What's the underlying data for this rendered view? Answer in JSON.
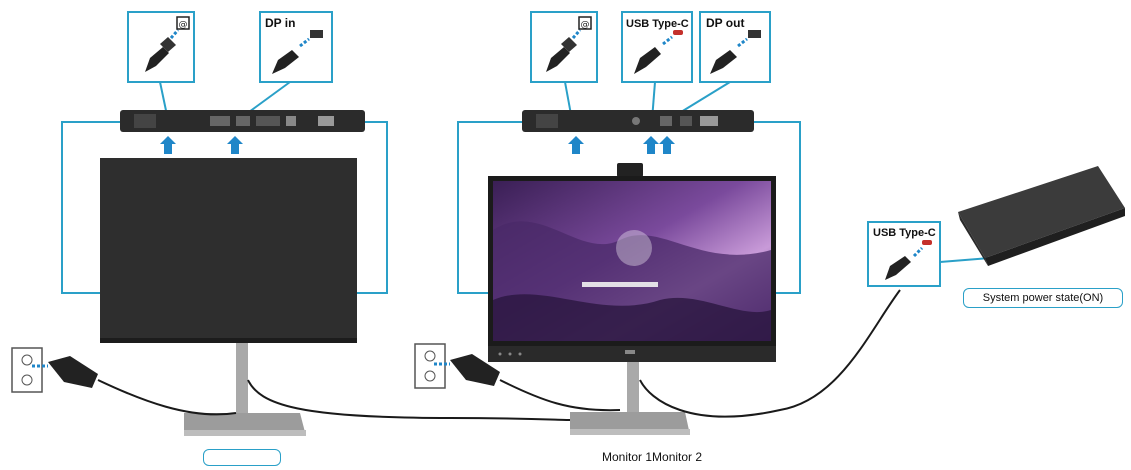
{
  "callouts": {
    "dp_in": "DP in",
    "usb_type_c_top": "USB Type-C",
    "dp_out": "DP out",
    "usb_type_c_laptop": "USB Type-C"
  },
  "labels": {
    "system_power_state": "System power state(ON)",
    "monitor_1": "Monitor 1",
    "monitor_2": "Monitor 2"
  },
  "icons": {
    "power_port": "power-socket-icon",
    "dp_port": "displayport-icon",
    "usbc_port": "usb-c-port-icon",
    "wall_outlet": "wall-outlet-icon",
    "arrow": "arrow-up-icon"
  },
  "colors": {
    "cable_line": "#2aa0c8",
    "arrow": "#1f86c8",
    "callout_border": "#2aa0c8",
    "monitor_body": "#2e2e2e",
    "stand": "#a9a9a9"
  }
}
